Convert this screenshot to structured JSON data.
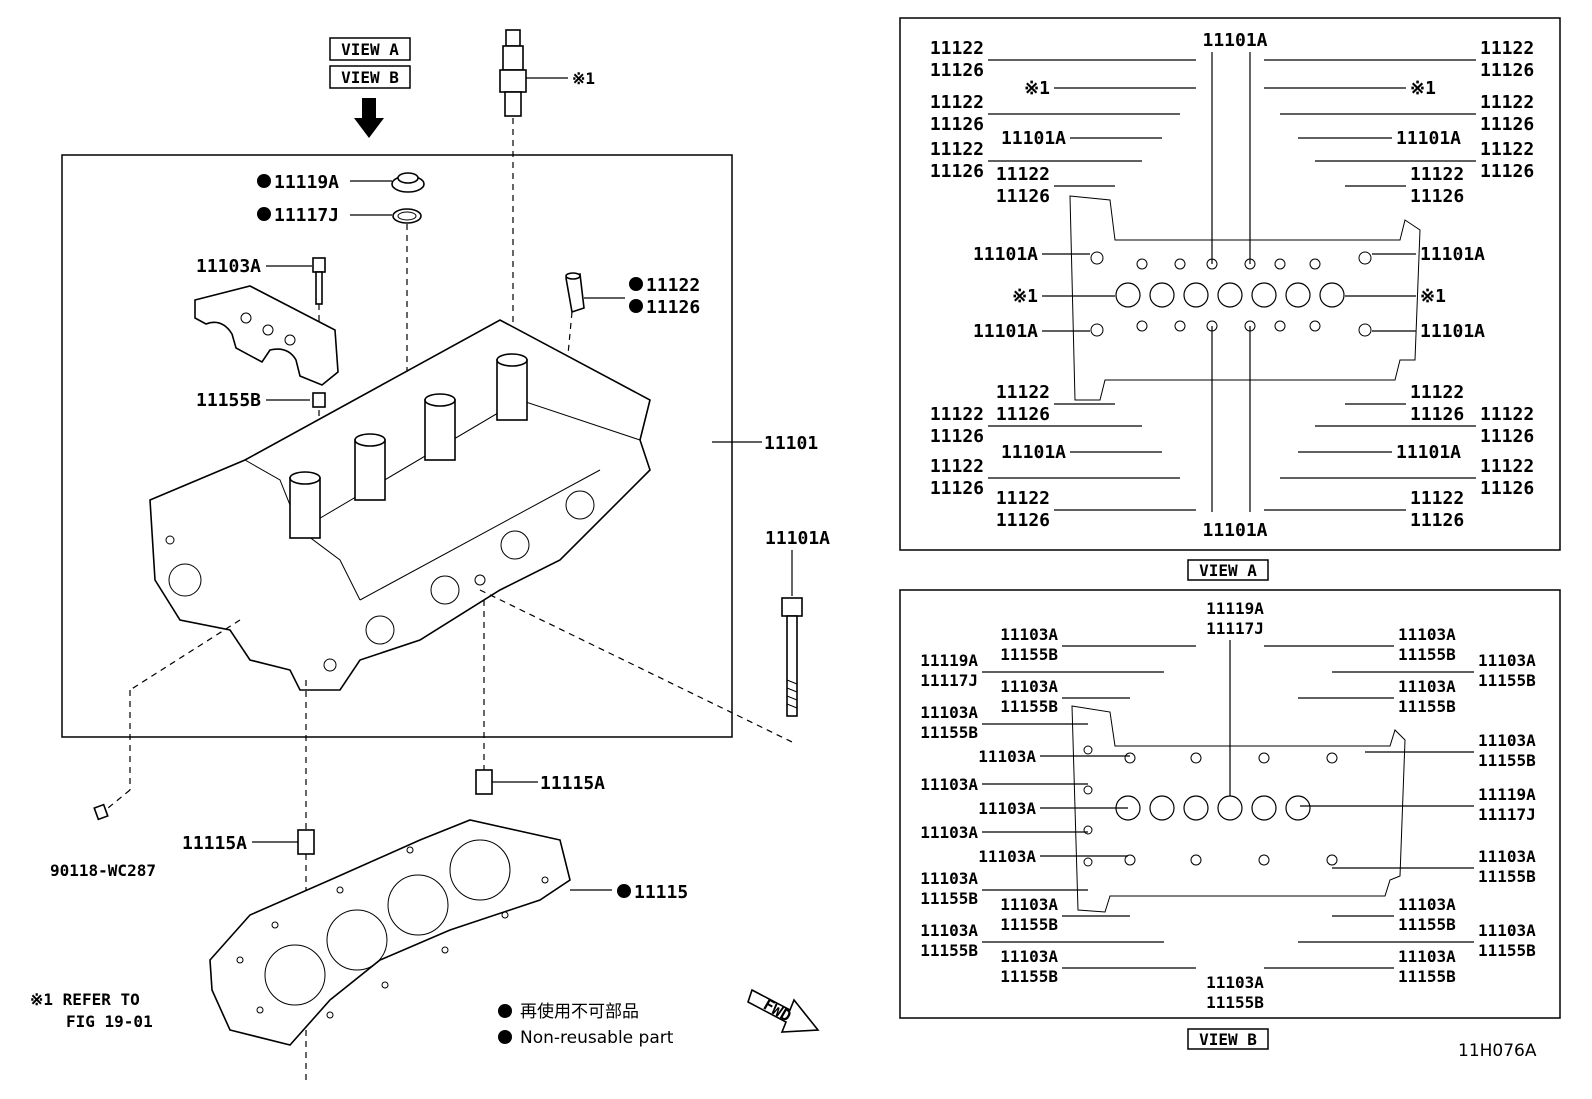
{
  "view_tags": {
    "view_a_top": "VIEW A",
    "view_b_top": "VIEW B",
    "view_a_caption": "VIEW A",
    "view_b_caption": "VIEW B"
  },
  "main_labels": {
    "plug_ref": "※1",
    "p11119A": "11119A",
    "p11117J": "11117J",
    "p11103A": "11103A",
    "p11122": "11122",
    "p11126": "11126",
    "p11155B": "11155B",
    "p11101": "11101",
    "p11101A": "11101A",
    "p11115A_right": "11115A",
    "p11115A_left": "11115A",
    "p90118": "90118-WC287",
    "p11115": "11115"
  },
  "footnote": {
    "line1": "※1 REFER TO",
    "line2": "FIG 19-01"
  },
  "legend": {
    "jp": "再使用不可部品",
    "en": "Non-reusable part"
  },
  "fwd": "FWD",
  "figure_id": "11H076A",
  "view_a": {
    "top_center": "11101A",
    "bottom_center": "11101A",
    "left_labels": [
      [
        "11122",
        "11126"
      ],
      [
        "※1"
      ],
      [
        "11122",
        "11126"
      ],
      [
        "11101A"
      ],
      [
        "11122",
        "11126"
      ],
      [
        "11122",
        "11126"
      ],
      [
        "11101A"
      ],
      [
        "※1"
      ],
      [
        "11101A"
      ],
      [
        "11122",
        "11126"
      ],
      [
        "11122",
        "11126"
      ],
      [
        "11101A"
      ],
      [
        "11122",
        "11126"
      ],
      [
        "11122",
        "11126"
      ]
    ],
    "right_labels": [
      [
        "11122",
        "11126"
      ],
      [
        "※1"
      ],
      [
        "11122",
        "11126"
      ],
      [
        "11101A"
      ],
      [
        "11122",
        "11126"
      ],
      [
        "11122",
        "11126"
      ],
      [
        "11101A"
      ],
      [
        "※1"
      ],
      [
        "11101A"
      ],
      [
        "11122",
        "11126"
      ],
      [
        "11122",
        "11126"
      ],
      [
        "11101A"
      ],
      [
        "11122",
        "11126"
      ],
      [
        "11122",
        "11126"
      ]
    ]
  },
  "view_b": {
    "top_center": [
      "11119A",
      "11117J"
    ],
    "bottom_center": [
      "11103A",
      "11155B"
    ],
    "left_labels": [
      [
        "11103A",
        "11155B"
      ],
      [
        "11119A",
        "11117J"
      ],
      [
        "11103A",
        "11155B"
      ],
      [
        "11103A",
        "11155B"
      ],
      [
        "11103A"
      ],
      [
        "11103A"
      ],
      [
        "11103A"
      ],
      [
        "11103A"
      ],
      [
        "11103A"
      ],
      [
        "11103A",
        "11155B"
      ],
      [
        "11103A",
        "11155B"
      ],
      [
        "11103A",
        "11155B"
      ],
      [
        "11103A",
        "11155B"
      ]
    ],
    "right_labels": [
      [
        "11103A",
        "11155B"
      ],
      [
        "11103A",
        "11155B"
      ],
      [
        "11103A",
        "11155B"
      ],
      [
        "11103A",
        "11155B"
      ],
      [
        "11119A",
        "11117J"
      ],
      [
        "11103A",
        "11155B"
      ],
      [
        "11103A",
        "11155B"
      ],
      [
        "11103A",
        "11155B"
      ],
      [
        "11103A",
        "11155B"
      ]
    ]
  }
}
